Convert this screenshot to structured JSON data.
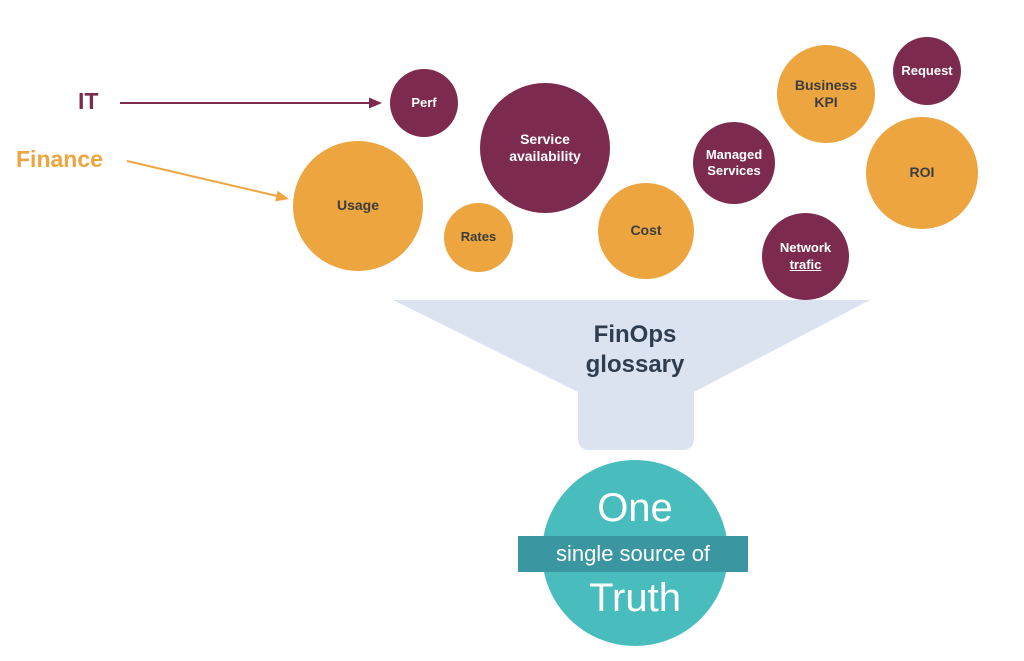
{
  "annotations": {
    "it": {
      "label": "IT"
    },
    "finance": {
      "label": "Finance"
    }
  },
  "bubbles": [
    {
      "label": "Perf",
      "color": "maroon"
    },
    {
      "label": "Service availability",
      "color": "maroon"
    },
    {
      "label": "Usage",
      "color": "orange"
    },
    {
      "label": "Rates",
      "color": "orange"
    },
    {
      "label": "Cost",
      "color": "orange"
    },
    {
      "label": "Managed Services",
      "color": "maroon"
    },
    {
      "label": "Business KPI",
      "color": "orange"
    },
    {
      "label": "Request",
      "color": "maroon"
    },
    {
      "label": "Network",
      "label2": "trafic",
      "color": "maroon"
    },
    {
      "label": "ROI",
      "color": "orange"
    }
  ],
  "funnel": {
    "line1": "FinOps",
    "line2": "glossary"
  },
  "truth_circle": {
    "top": "One",
    "banner": "single source of",
    "bottom": "Truth"
  },
  "colors": {
    "maroon": "#7c2b4e",
    "orange": "#eca53f",
    "funnel": "#dbe3f1",
    "navy_text": "#2e3e50",
    "teal": "#49bdbe",
    "teal_dark": "#3a96a0"
  }
}
